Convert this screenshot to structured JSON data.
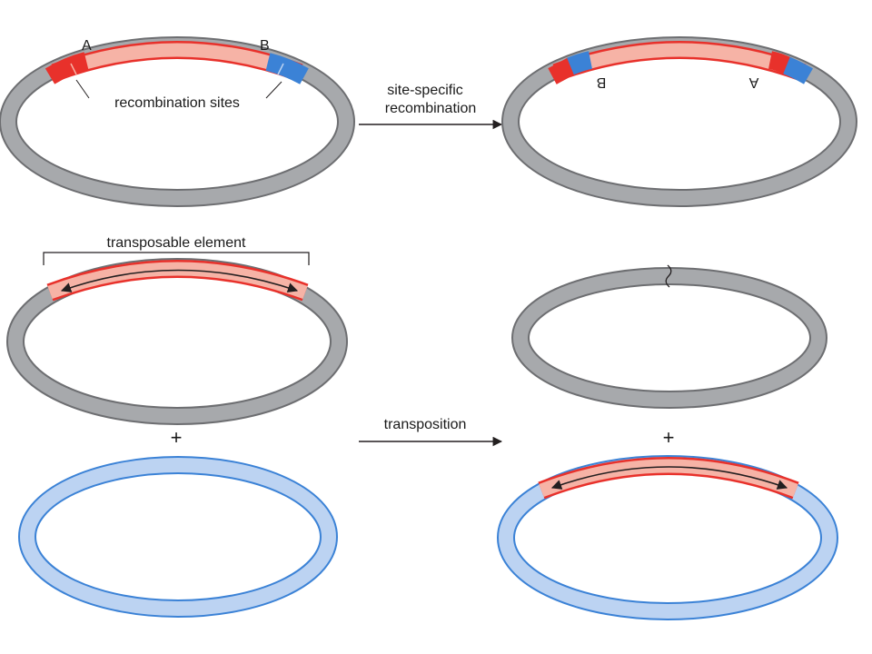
{
  "panel_recombination": {
    "site_label_a": "A",
    "site_label_b": "B",
    "sites_label": "recombination sites",
    "process_label_line1": "site-specific",
    "process_label_line2": "recombination",
    "result_label_b": "B",
    "result_label_a": "A"
  },
  "panel_transposition": {
    "element_label": "transposable element",
    "plus_left": "+",
    "plus_right": "+",
    "process_label": "transposition"
  },
  "colors": {
    "plasmid_gray": "#a7a9ac",
    "plasmid_gray_edge": "#6d6e71",
    "recipient_blue": "#bcd3f2",
    "recipient_blue_edge": "#3b82d6",
    "segment_pink": "#f6b3a6",
    "segment_red": "#e8312b",
    "site_blue": "#3b82d6",
    "arrow": "#231f20"
  }
}
